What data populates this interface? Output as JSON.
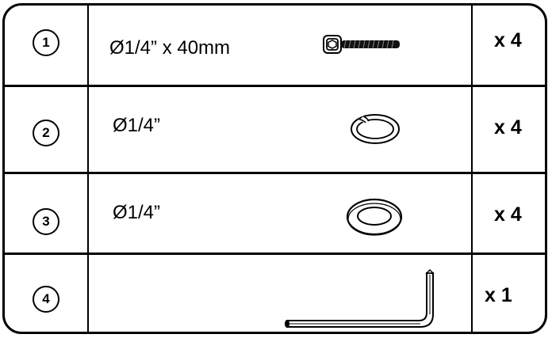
{
  "rows": [
    {
      "number": "1",
      "description": "Ø1/4” x 40mm",
      "quantity": "x 4",
      "icon": "bolt-icon"
    },
    {
      "number": "2",
      "description": "Ø1/4”",
      "quantity": "x 4",
      "icon": "split-lock-washer-icon"
    },
    {
      "number": "3",
      "description": "Ø1/4”",
      "quantity": "x 4",
      "icon": "flat-washer-icon"
    },
    {
      "number": "4",
      "description": "",
      "quantity": "x 1",
      "icon": "allen-key-icon"
    }
  ]
}
